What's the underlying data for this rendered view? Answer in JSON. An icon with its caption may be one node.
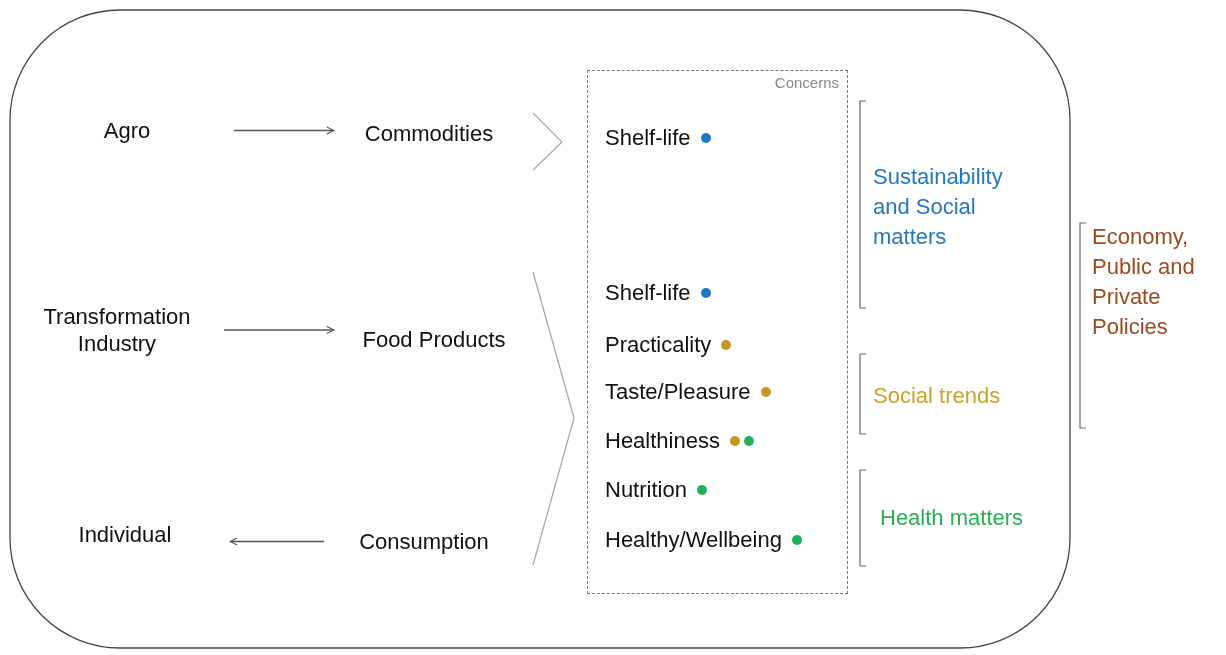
{
  "diagram": {
    "nodes": [
      {
        "text": [
          "Agro"
        ]
      },
      {
        "text": [
          "Commodities"
        ]
      },
      {
        "text": [
          "Transformation Industry"
        ]
      },
      {
        "text": [
          "Food Products"
        ]
      },
      {
        "text": [
          "Individual"
        ]
      },
      {
        "text": [
          "Consumption"
        ]
      },
      {
        "text": [
          "Concerns"
        ]
      }
    ],
    "edges": [
      {
        "from": 0,
        "to": 1,
        "arrow": "to"
      },
      {
        "from": 2,
        "to": 3,
        "arrow": "to"
      },
      {
        "from": 5,
        "to": 4,
        "arrow": "to"
      }
    ],
    "labels": [
      "Shelf-life",
      "Shelf-life",
      "Practicality",
      "Taste/Pleasure",
      "Healthiness",
      "Nutrition",
      "Healthy/Wellbeing",
      "Sustainability and Social matters",
      "Social trends",
      "Health matters",
      "Economy, Public and Private Policies"
    ]
  }
}
